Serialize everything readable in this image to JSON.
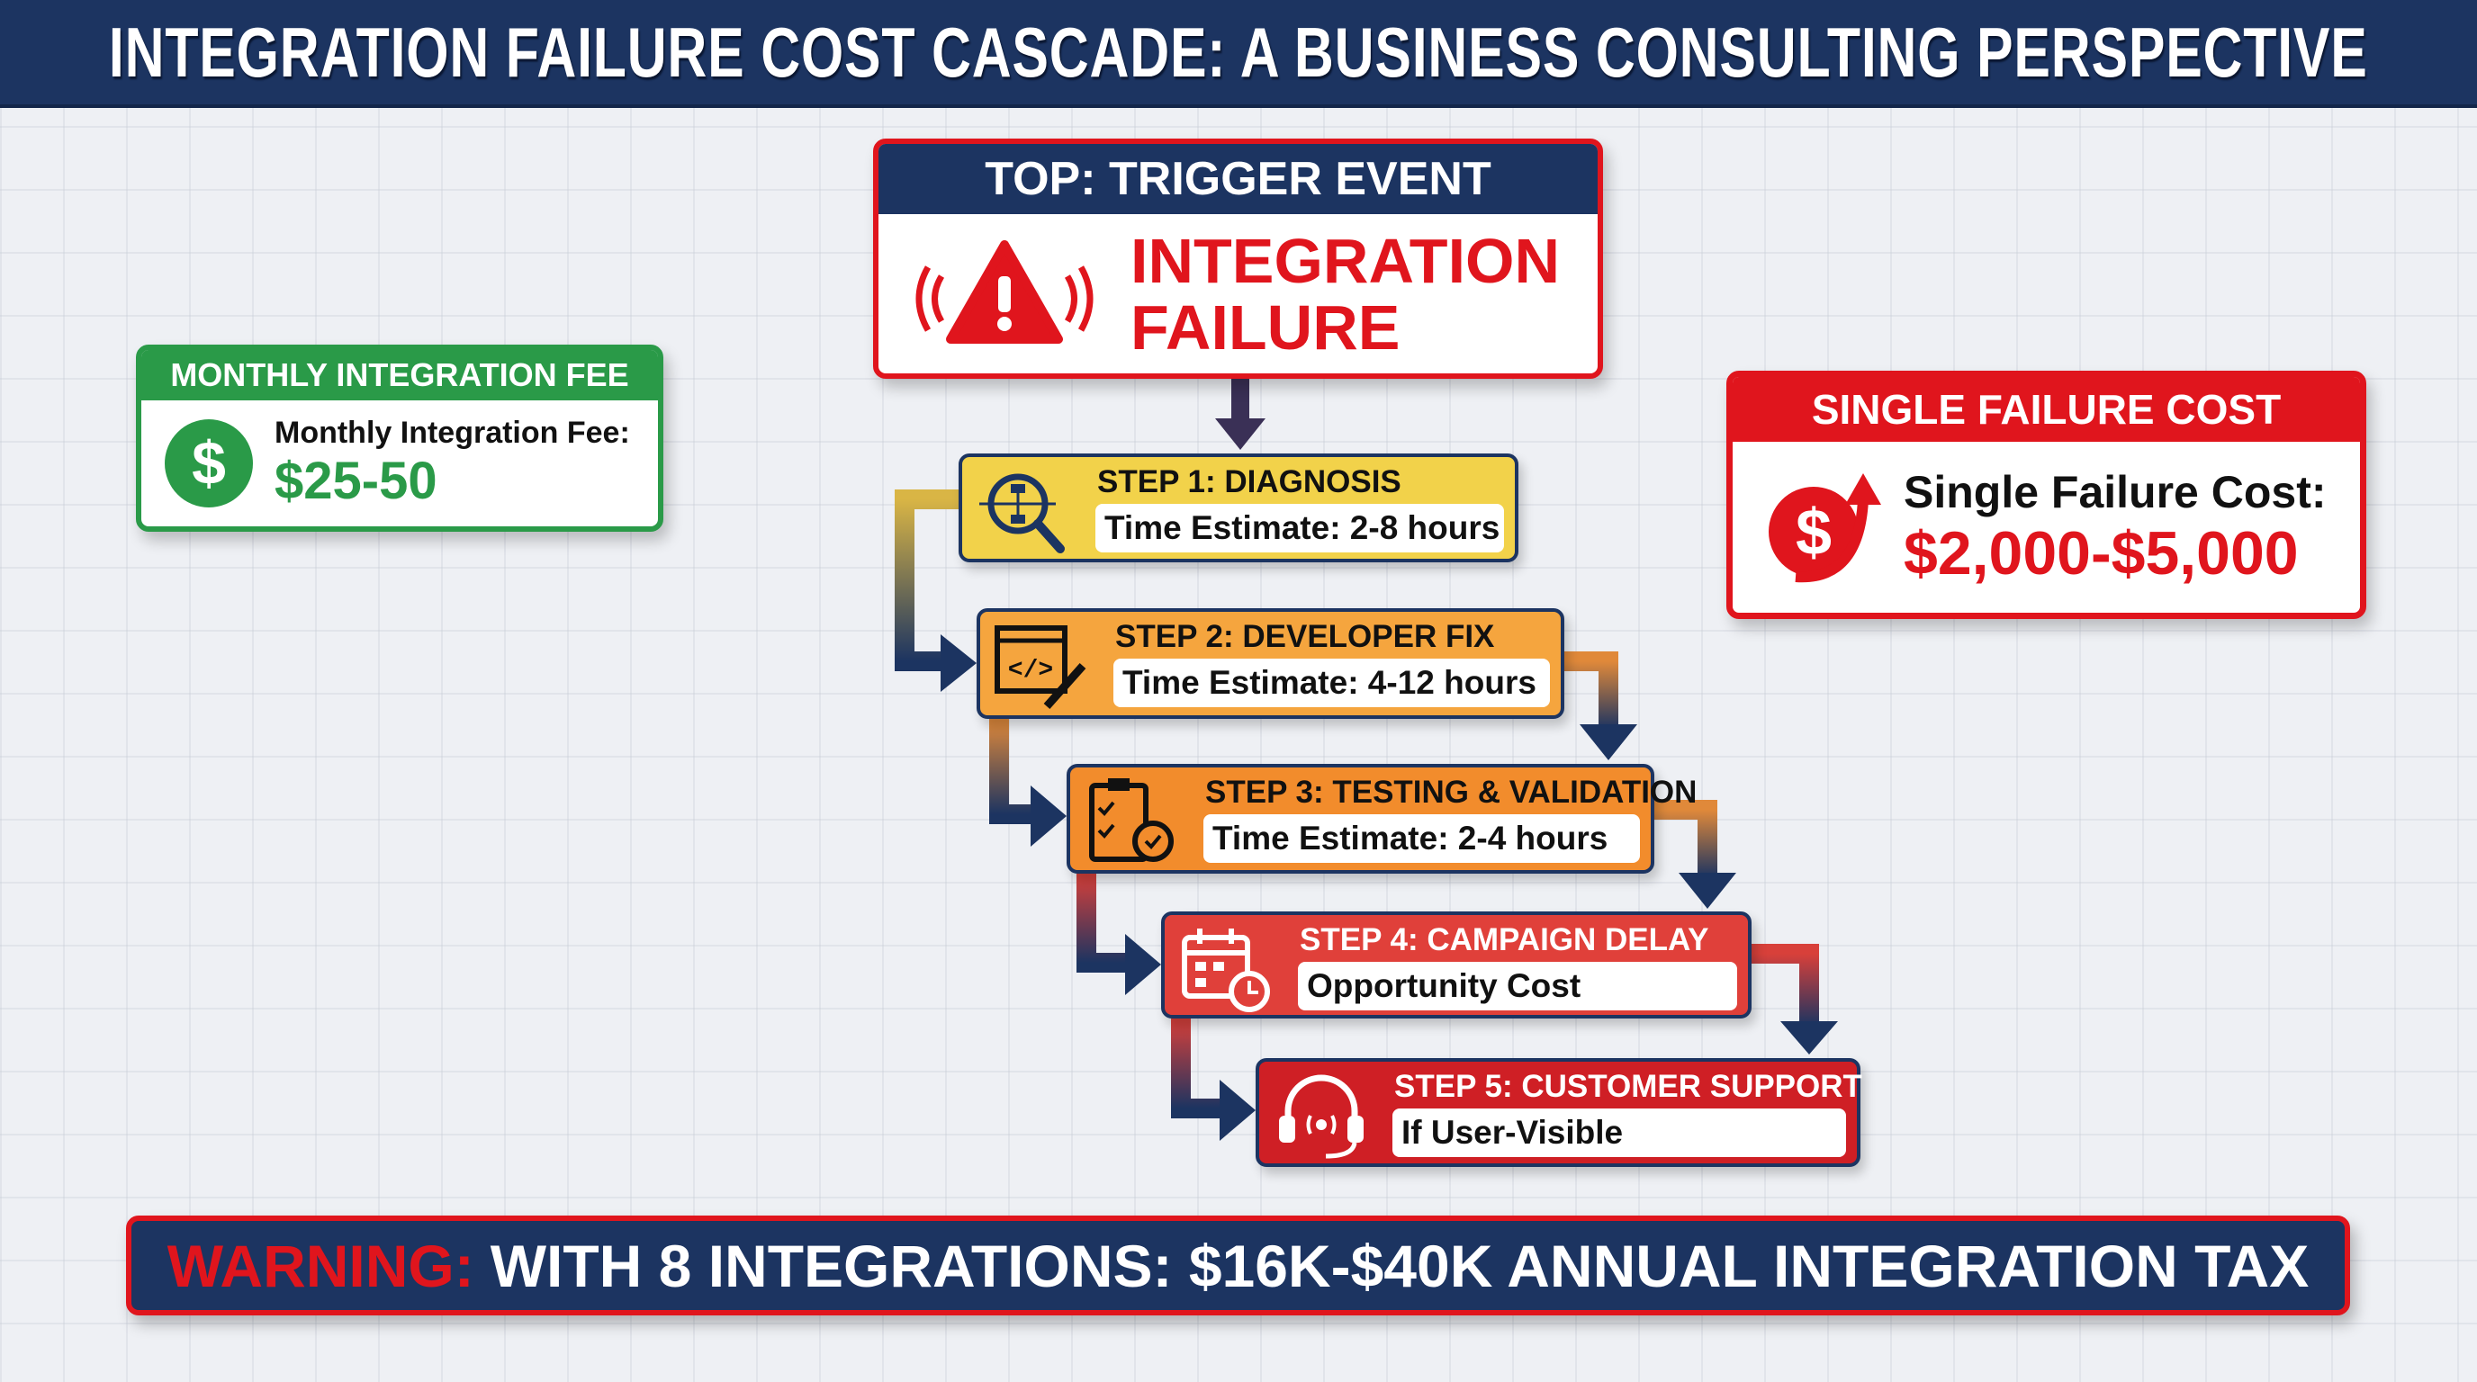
{
  "title": "INTEGRATION FAILURE COST CASCADE: A BUSINESS CONSULTING PERSPECTIVE",
  "trigger": {
    "header": "TOP: TRIGGER EVENT",
    "text_line1": "INTEGRATION",
    "text_line2": "FAILURE",
    "icon": "alert-triangle-icon"
  },
  "monthly": {
    "header": "MONTHLY INTEGRATION FEE",
    "label": "Monthly Integration Fee:",
    "value": "$25-50",
    "icon": "dollar-coin-icon",
    "color": "#2a9a48"
  },
  "single": {
    "header": "SINGLE FAILURE COST",
    "label": "Single Failure Cost:",
    "value": "$2,000-$5,000",
    "icon": "dollar-up-arrow-icon",
    "color": "#e0151d"
  },
  "steps": [
    {
      "title": "STEP 1: DIAGNOSIS",
      "detail": "Time Estimate: 2-8 hours",
      "icon": "magnifier-flowchart-icon",
      "color": "#f2d24a"
    },
    {
      "title": "STEP 2: DEVELOPER FIX",
      "detail": "Time Estimate: 4-12 hours",
      "icon": "code-wrench-icon",
      "color": "#f5a53e"
    },
    {
      "title": "STEP 3: TESTING & VALIDATION",
      "detail": "Time Estimate: 2-4 hours",
      "icon": "clipboard-stopwatch-icon",
      "color": "#f28c2c"
    },
    {
      "title": "STEP 4: CAMPAIGN DELAY",
      "detail": "Opportunity Cost",
      "icon": "calendar-clock-icon",
      "color": "#e0403a"
    },
    {
      "title": "STEP 5: CUSTOMER SUPPORT",
      "detail": "If User-Visible",
      "icon": "headset-icon",
      "color": "#cf1f25"
    }
  ],
  "warning": {
    "prefix": "WARNING:",
    "text": "WITH 8 INTEGRATIONS: $16K-$40K ANNUAL INTEGRATION TAX"
  }
}
